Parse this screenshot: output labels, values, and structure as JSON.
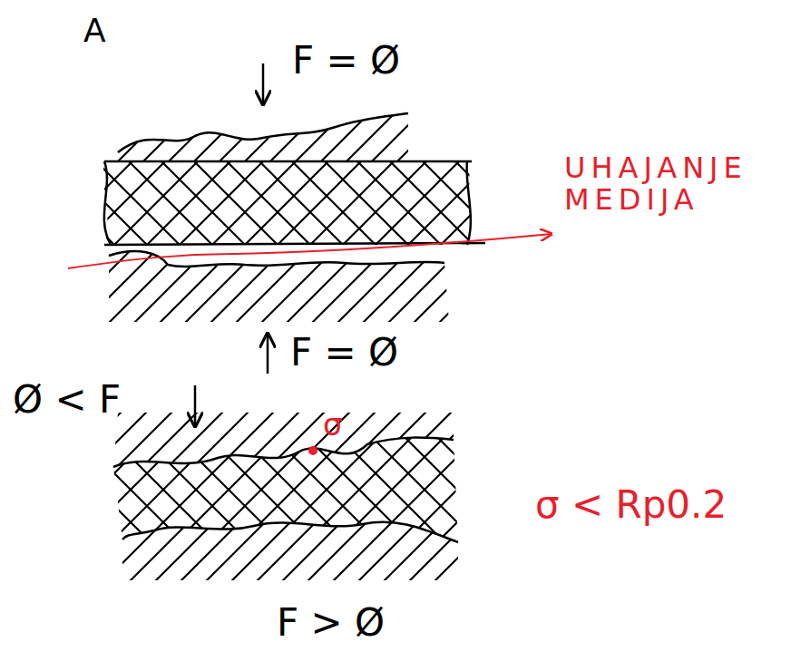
{
  "diagram": {
    "labels": [
      "A",
      "F = Ø",
      "UHAJANJE MEDIJA",
      "F = Ø",
      "Ø < F",
      "σ",
      "σ < Rp0.2",
      "F > Ø"
    ]
  }
}
